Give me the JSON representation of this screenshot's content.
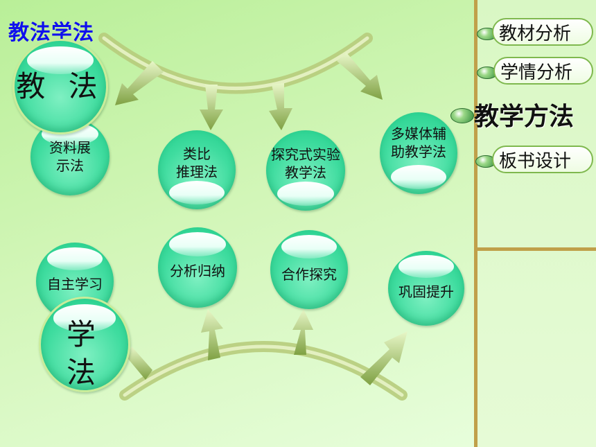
{
  "title": "教法学法",
  "teaching": {
    "label": "教 法",
    "methods": [
      "资料展\n示法",
      "类比\n推理法",
      "探究式实验\n教学法",
      "多媒体辅\n助教学法"
    ]
  },
  "learning": {
    "label": "学 法",
    "methods": [
      "自主学习",
      "分析归纳",
      "合作探究",
      "巩固提升"
    ]
  },
  "nav": [
    {
      "label": "教材分析",
      "active": false
    },
    {
      "label": "学情分析",
      "active": false
    },
    {
      "label": "教学方法",
      "active": true
    },
    {
      "label": "板书设计",
      "active": false
    }
  ],
  "colors": {
    "ball": "#3fdc9f",
    "title": "#1010ee",
    "arrow": "#8cab4e",
    "divider": "#c0a04a"
  }
}
